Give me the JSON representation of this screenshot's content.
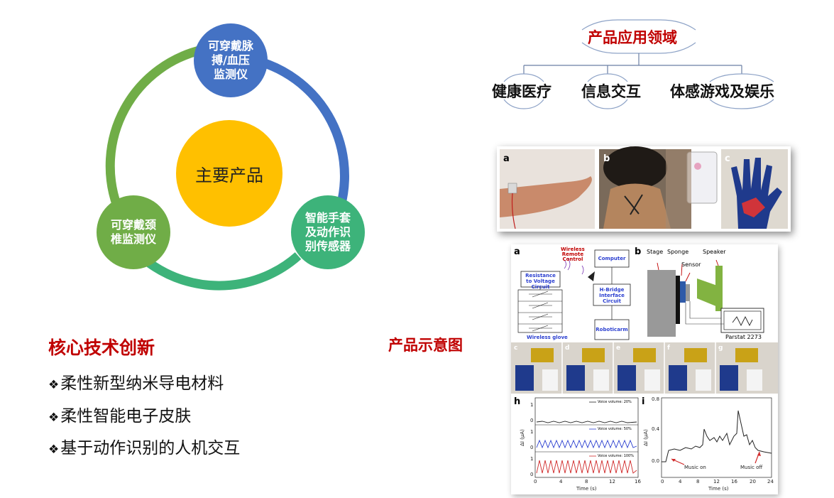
{
  "cycle": {
    "center_label": "主要产品",
    "nodes": [
      {
        "label": "可穿戴脉搏/血压监测仪",
        "lines": [
          "可穿戴脉",
          "搏/血压",
          "监测仪"
        ],
        "color": "#4472c4"
      },
      {
        "label": "智能手套及动作识别传感器",
        "lines": [
          "智能手套",
          "及动作识",
          "别传感器"
        ],
        "color": "#3db37a"
      },
      {
        "label": "可穿戴颈椎监测仪",
        "lines": [
          "可穿戴颈",
          "椎监测仪"
        ],
        "color": "#70ad47"
      }
    ],
    "center_color": "#ffc000"
  },
  "innovation": {
    "title": "核心技术创新",
    "bullet_mark": "❖",
    "items": [
      "柔性新型纳米导电材料",
      "柔性智能电子皮肤",
      "基于动作识别的人机交互"
    ]
  },
  "applications": {
    "title": "产品应用领域",
    "items": [
      "健康医疗",
      "信息交互",
      "体感游戏及娱乐"
    ]
  },
  "schematic_label": "产品示意图",
  "photos": {
    "letters": [
      "a",
      "b",
      "c"
    ]
  },
  "figure": {
    "panel_a": {
      "letter": "a",
      "wireless": [
        "Wireless",
        "Remote",
        "Control"
      ],
      "boxes": [
        "Resistance to Voltage Circuit",
        "Computer",
        "H-Bridge Interface Circuit",
        "Roboticarm"
      ],
      "glove_label": "Wireless glove"
    },
    "panel_b": {
      "letter": "b",
      "labels": [
        "Stage",
        "Sponge",
        "Sensor",
        "Speaker"
      ],
      "device": "Parstat 2273"
    },
    "strip_letters": [
      "c",
      "d",
      "e",
      "f",
      "g"
    ],
    "panel_h": {
      "letter": "h",
      "ylabel": "ΔI (μA)",
      "xlabel": "Time (s)",
      "x_ticks": [
        "0",
        "4",
        "8",
        "12",
        "16"
      ],
      "legends": [
        "Voice volume: 20%",
        "Voice volume: 50%",
        "Voice volume: 100%"
      ],
      "tick_labels": [
        "1",
        "0",
        "1",
        "0",
        "1",
        "0"
      ]
    },
    "panel_i": {
      "letter": "i",
      "ylabel": "ΔI (μA)",
      "xlabel": "Time (s)",
      "x_ticks": [
        "0",
        "4",
        "8",
        "12",
        "16",
        "20",
        "24"
      ],
      "y_ticks": [
        "0.8",
        "0.4",
        "0.0"
      ],
      "annotations": [
        "Music on",
        "Music off"
      ]
    }
  }
}
